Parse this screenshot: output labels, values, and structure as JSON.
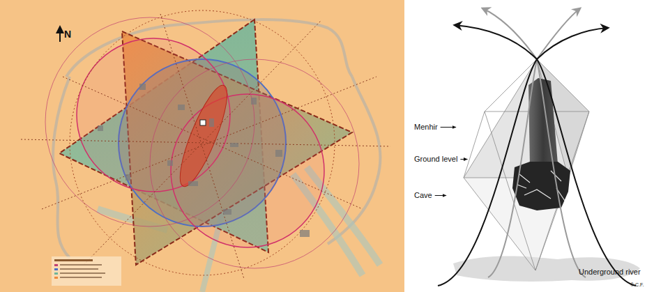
{
  "diagram": {
    "labels": [
      "N",
      "Menhir",
      "Ground level",
      "Cave",
      "Underground river",
      "© C.F."
    ]
  }
}
